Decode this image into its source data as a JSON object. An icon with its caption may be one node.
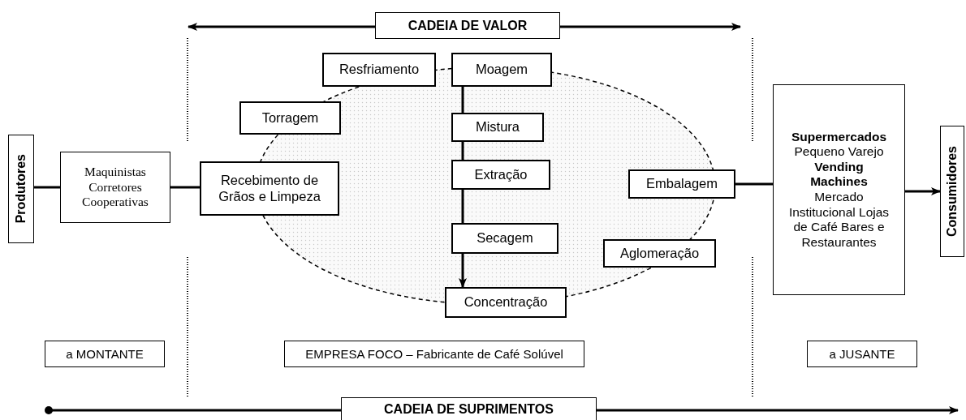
{
  "diagram": {
    "nodes": [
      {
        "text": [
          "Produtores"
        ]
      },
      {
        "text": [
          "Maquinistas Corretores Cooperativas"
        ]
      },
      {
        "text": [
          "Recebimento de Grãos e Limpeza"
        ]
      },
      {
        "text": [
          "Torragem"
        ]
      },
      {
        "text": [
          "Resfriamento"
        ]
      },
      {
        "text": [
          "Moagem"
        ]
      },
      {
        "text": [
          "Mistura"
        ]
      },
      {
        "text": [
          "Extração"
        ]
      },
      {
        "text": [
          "Secagem"
        ]
      },
      {
        "text": [
          "Concentração"
        ]
      },
      {
        "text": [
          "Aglomeração"
        ]
      },
      {
        "text": [
          "Embalagem"
        ]
      },
      {
        "text": [
          "**Supermercados** Pequeno Varejo **Vending Machines** Mercado Institucional Lojas de Café Bares e Restaurantes"
        ]
      },
      {
        "text": [
          "Consumidores"
        ]
      },
      {
        "text": [
          "CADEIA DE VALOR"
        ]
      },
      {
        "text": [
          "a MONTANTE"
        ]
      },
      {
        "text": [
          "EMPRESA FOCO – Fabricante de Café Solúvel"
        ]
      },
      {
        "text": [
          "a JUSANTE"
        ]
      },
      {
        "text": [
          "CADEIA DE SUPRIMENTOS"
        ]
      }
    ],
    "edges": [
      {
        "from": 0,
        "to": 1,
        "arrow": "none"
      },
      {
        "from": 1,
        "to": 2,
        "arrow": "none"
      },
      {
        "from": 5,
        "to": 6,
        "arrow": "none"
      },
      {
        "from": 6,
        "to": 7,
        "arrow": "none"
      },
      {
        "from": 7,
        "to": 8,
        "arrow": "none"
      },
      {
        "from": 8,
        "to": 9,
        "arrow": "to"
      },
      {
        "from": 11,
        "to": 12,
        "arrow": "none"
      },
      {
        "from": 12,
        "to": 13,
        "arrow": "to"
      },
      {
        "from": 14,
        "to": null,
        "arrow": "to"
      },
      {
        "from": 14,
        "to": null,
        "arrow": "to"
      },
      {
        "from": null,
        "to": 18,
        "arrow": "other"
      },
      {
        "from": 18,
        "to": null,
        "arrow": "to"
      }
    ]
  }
}
